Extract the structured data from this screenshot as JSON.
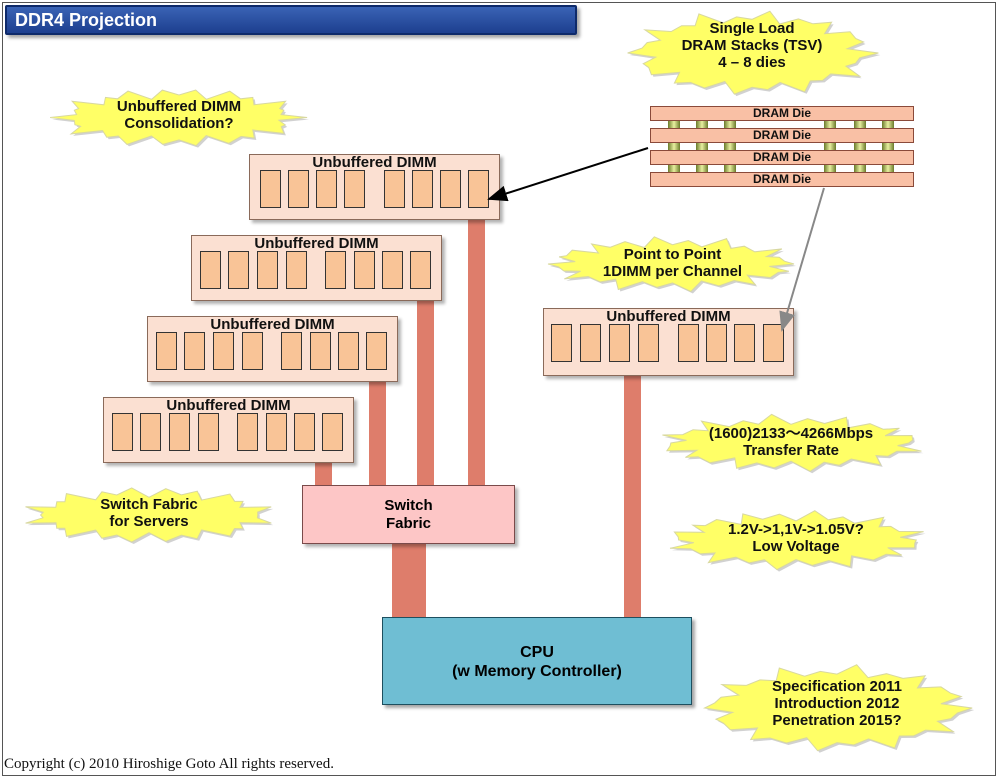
{
  "title": "DDR4 Projection",
  "dimm_label": "Unbuffered DIMM",
  "die_label": "DRAM Die",
  "switch_fabric": {
    "line1": "Switch",
    "line2": "Fabric"
  },
  "cpu": {
    "line1": "CPU",
    "line2": "(w Memory Controller)"
  },
  "callouts": {
    "single_load": [
      "Single Load",
      "DRAM Stacks (TSV)",
      "4 – 8 dies"
    ],
    "consolidation": [
      "Unbuffered DIMM",
      "Consolidation?"
    ],
    "point_to_point": [
      "Point to Point",
      "1DIMM per Channel"
    ],
    "transfer_rate": [
      "(1600)2133～4266Mbps",
      "Transfer Rate"
    ],
    "switch_servers": [
      "Switch Fabric",
      "for Servers"
    ],
    "low_voltage": [
      "1.2V->1,1V->1.05V?",
      "Low Voltage"
    ],
    "schedule": [
      "Specification 2011",
      "Introduction 2012",
      "Penetration 2015?"
    ]
  },
  "copyright": "Copyright (c) 2010 Hiroshige Goto All rights reserved.",
  "colors": {
    "title_bar": "#2a52a8",
    "callout_fill": "#ffff66",
    "dimm_fill": "#fbe0d2",
    "chip_fill": "#f9c497",
    "bus": "#de7d6b",
    "switch_fill": "#fdc6c6",
    "cpu_fill": "#6fbed3",
    "die_fill": "#f9c0a5"
  }
}
